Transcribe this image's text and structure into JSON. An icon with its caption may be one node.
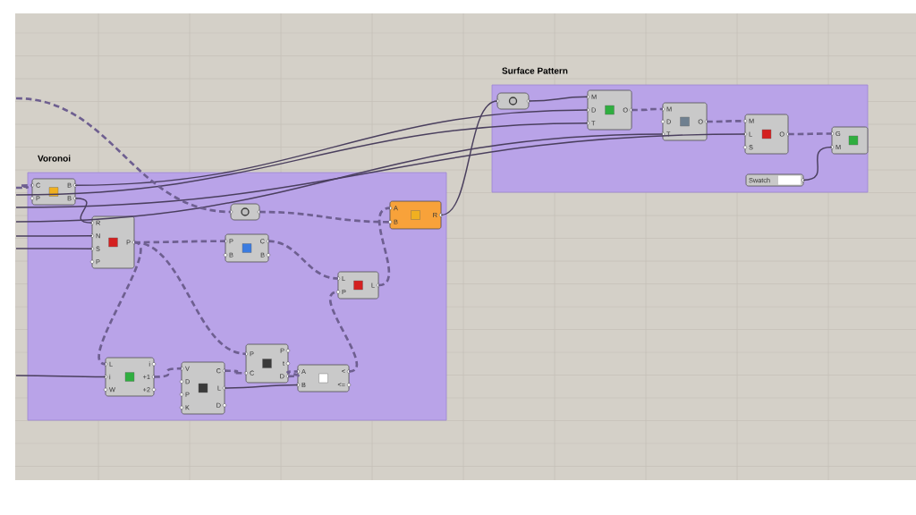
{
  "diagram": {
    "nodes": [
      {
        "text": [
          "Voronoi"
        ]
      },
      {
        "text": [
          "Surface Pattern"
        ]
      },
      {
        "text": [
          "C",
          "P",
          "B",
          "B"
        ],
        "in": 0
      },
      {
        "text": [
          "R",
          "N",
          "S",
          "P",
          "P"
        ],
        "in": 0
      },
      {
        "text": [],
        "shape": "box",
        "in": 0
      },
      {
        "text": [
          "P",
          "B",
          "C",
          "B"
        ],
        "in": 0
      },
      {
        "text": [
          "A",
          "B",
          "R"
        ],
        "in": 0
      },
      {
        "text": [
          "L",
          "P",
          "L"
        ],
        "in": 0
      },
      {
        "text": [
          "L",
          "i",
          "W",
          "i",
          "+1",
          "+2"
        ],
        "in": 0
      },
      {
        "text": [
          "V",
          "D",
          "P",
          "K",
          "C",
          "L",
          "D"
        ],
        "in": 0
      },
      {
        "text": [
          "P",
          "C",
          "P",
          "t",
          "D"
        ],
        "in": 0
      },
      {
        "text": [
          "A",
          "B",
          "<",
          "<="
        ],
        "in": 0
      },
      {
        "text": [],
        "shape": "box",
        "in": 1
      },
      {
        "text": [
          "M",
          "D",
          "T",
          "O"
        ],
        "in": 1
      },
      {
        "text": [
          "M",
          "D",
          "T",
          "O"
        ],
        "in": 1
      },
      {
        "text": [
          "M",
          "L",
          "S",
          "O"
        ],
        "in": 1
      },
      {
        "text": [
          "G",
          "M"
        ],
        "in": 1
      },
      {
        "text": [
          "Swatch"
        ],
        "in": 1
      }
    ],
    "edges": [
      {
        "from": null,
        "to": 2,
        "arrow": "none",
        "style": "dashed"
      },
      {
        "from": 2,
        "to": 3,
        "arrow": "none"
      },
      {
        "from": null,
        "to": 3,
        "arrow": "none"
      },
      {
        "from": null,
        "to": 3,
        "arrow": "none"
      },
      {
        "from": 2,
        "to": 13,
        "arrow": "none"
      },
      {
        "from": null,
        "to": 13,
        "arrow": "none"
      },
      {
        "from": null,
        "to": 14,
        "arrow": "none"
      },
      {
        "from": null,
        "to": 15,
        "arrow": "none"
      },
      {
        "from": null,
        "to": 4,
        "arrow": "none",
        "style": "dashed"
      },
      {
        "from": 4,
        "to": 6,
        "arrow": "none",
        "style": "dashed"
      },
      {
        "from": 3,
        "to": 5,
        "arrow": "none",
        "style": "dashed"
      },
      {
        "from": 3,
        "to": 8,
        "arrow": "none",
        "style": "dashed"
      },
      {
        "from": 3,
        "to": 10,
        "arrow": "none",
        "style": "dashed"
      },
      {
        "from": 5,
        "to": 7,
        "arrow": "none",
        "style": "dashed"
      },
      {
        "from": 7,
        "to": 6,
        "arrow": "none",
        "style": "dashed"
      },
      {
        "from": 6,
        "to": 12,
        "arrow": "none"
      },
      {
        "from": null,
        "to": 8,
        "arrow": "none"
      },
      {
        "from": 8,
        "to": 9,
        "arrow": "none",
        "style": "dashed"
      },
      {
        "from": 9,
        "to": 10,
        "arrow": "none",
        "style": "dashed"
      },
      {
        "from": 10,
        "to": 11,
        "arrow": "none",
        "style": "dashed"
      },
      {
        "from": 11,
        "to": 7,
        "arrow": "none",
        "style": "dashed"
      },
      {
        "from": 9,
        "to": 11,
        "arrow": "none"
      },
      {
        "from": 12,
        "to": 13,
        "arrow": "none"
      },
      {
        "from": 13,
        "to": 14,
        "arrow": "none",
        "style": "dashed"
      },
      {
        "from": 14,
        "to": 15,
        "arrow": "none",
        "style": "dashed"
      },
      {
        "from": 15,
        "to": 16,
        "arrow": "none",
        "style": "dashed"
      },
      {
        "from": 17,
        "to": 16,
        "arrow": "none"
      }
    ]
  }
}
